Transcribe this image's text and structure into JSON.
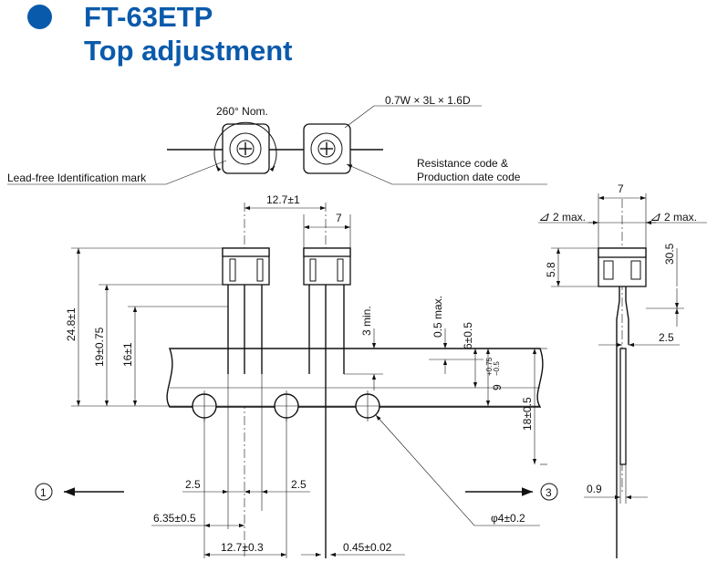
{
  "title": {
    "line1": "FT-63ETP",
    "line2": "Top adjustment"
  },
  "colors": {
    "accent": "#0a5aab",
    "line": "#111111"
  },
  "labels": {
    "rotation_nom": "260° Nom.",
    "terminal_size": "0.7W × 3L × 1.6D",
    "lead_free_mark": "Lead-free Identification mark",
    "resistance_code_line1": "Resistance code &",
    "resistance_code_line2": "Production date code",
    "direction_left": "1",
    "direction_right": "3"
  },
  "dimensions": {
    "pitch_top": "12.7±1",
    "width_top": "7",
    "height_total": "24.8±1",
    "height_19": "19±0.75",
    "height_16": "16±1",
    "min_3": "3 min.",
    "max_05": "0.5 max.",
    "d_6": "6±0.5",
    "d_9": "9",
    "d_9_tol_upper": "+0.75",
    "d_9_tol_lower": "−0.5",
    "d_18": "18±0.5",
    "lead_25_left": "2.5",
    "lead_25_right": "2.5",
    "d_635": "6.35±0.5",
    "pitch_bottom": "12.7±0.3",
    "lead_dia": "0.45±0.02",
    "hole_dia": "φ4±0.2",
    "side_width": "7",
    "delta_2max_left": "2 max.",
    "delta_2max_right": "2 max.",
    "side_58": "5.8",
    "side_305": "30.5",
    "side_25": "2.5",
    "side_09": "0.9"
  }
}
